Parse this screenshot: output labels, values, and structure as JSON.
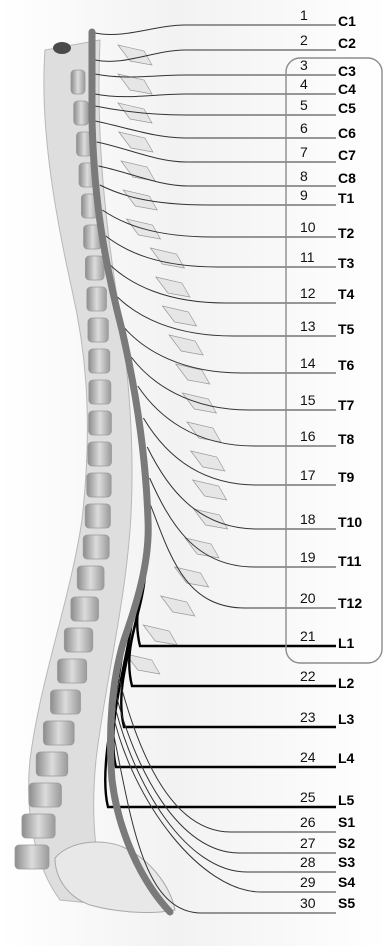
{
  "segments": [
    {
      "num": "1",
      "label": "C1"
    },
    {
      "num": "2",
      "label": "C2"
    },
    {
      "num": "3",
      "label": "C3"
    },
    {
      "num": "4",
      "label": "C4"
    },
    {
      "num": "5",
      "label": "C5"
    },
    {
      "num": "6",
      "label": "C6"
    },
    {
      "num": "7",
      "label": "C7"
    },
    {
      "num": "8",
      "label": "C8"
    },
    {
      "num": "9",
      "label": "T1"
    },
    {
      "num": "10",
      "label": "T2"
    },
    {
      "num": "11",
      "label": "T3"
    },
    {
      "num": "12",
      "label": "T4"
    },
    {
      "num": "13",
      "label": "T5"
    },
    {
      "num": "14",
      "label": "T6"
    },
    {
      "num": "15",
      "label": "T7"
    },
    {
      "num": "16",
      "label": "T8"
    },
    {
      "num": "17",
      "label": "T9"
    },
    {
      "num": "18",
      "label": "T10"
    },
    {
      "num": "19",
      "label": "T11"
    },
    {
      "num": "20",
      "label": "T12"
    },
    {
      "num": "21",
      "label": "L1"
    },
    {
      "num": "22",
      "label": "L2"
    },
    {
      "num": "23",
      "label": "L3"
    },
    {
      "num": "24",
      "label": "L4"
    },
    {
      "num": "25",
      "label": "L5"
    },
    {
      "num": "26",
      "label": "S1"
    },
    {
      "num": "27",
      "label": "S2"
    },
    {
      "num": "28",
      "label": "S3"
    },
    {
      "num": "29",
      "label": "S4"
    },
    {
      "num": "30",
      "label": "S5"
    }
  ],
  "colors": {
    "cord": "#7a7a7a",
    "root_thin": "#333333",
    "root_bold": "#000000",
    "bone": "#e6e6e6",
    "bone_edge": "#9a9a9a",
    "highlight_box": "#8c8c8c"
  }
}
